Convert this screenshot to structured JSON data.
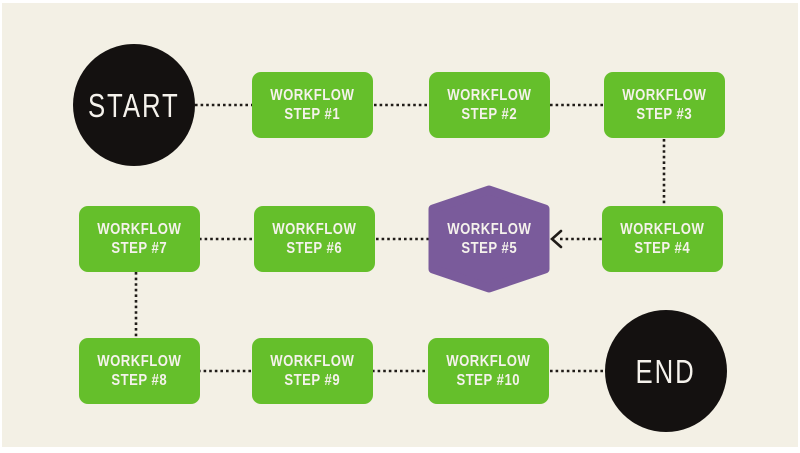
{
  "diagram": {
    "start_label": "START",
    "end_label": "END",
    "steps": [
      {
        "id": "step-1",
        "line1": "WORKFLOW",
        "line2": "STEP #1",
        "shape": "rounded-rectangle",
        "fill": "green"
      },
      {
        "id": "step-2",
        "line1": "WORKFLOW",
        "line2": "STEP #2",
        "shape": "rounded-rectangle",
        "fill": "green"
      },
      {
        "id": "step-3",
        "line1": "WORKFLOW",
        "line2": "STEP #3",
        "shape": "rounded-rectangle",
        "fill": "green"
      },
      {
        "id": "step-4",
        "line1": "WORKFLOW",
        "line2": "STEP #4",
        "shape": "rounded-rectangle",
        "fill": "green"
      },
      {
        "id": "step-5",
        "line1": "WORKFLOW",
        "line2": "STEP #5",
        "shape": "hexagon",
        "fill": "purple"
      },
      {
        "id": "step-6",
        "line1": "WORKFLOW",
        "line2": "STEP #6",
        "shape": "rounded-rectangle",
        "fill": "green"
      },
      {
        "id": "step-7",
        "line1": "WORKFLOW",
        "line2": "STEP #7",
        "shape": "rounded-rectangle",
        "fill": "green"
      },
      {
        "id": "step-8",
        "line1": "WORKFLOW",
        "line2": "STEP #8",
        "shape": "rounded-rectangle",
        "fill": "green"
      },
      {
        "id": "step-9",
        "line1": "WORKFLOW",
        "line2": "STEP #9",
        "shape": "rounded-rectangle",
        "fill": "green"
      },
      {
        "id": "step-10",
        "line1": "WORKFLOW",
        "line2": "STEP #10",
        "shape": "rounded-rectangle",
        "fill": "green"
      }
    ],
    "edges": [
      {
        "from": "start",
        "to": "step-1",
        "style": "dotted"
      },
      {
        "from": "step-1",
        "to": "step-2",
        "style": "dotted"
      },
      {
        "from": "step-2",
        "to": "step-3",
        "style": "dotted"
      },
      {
        "from": "step-3",
        "to": "step-4",
        "style": "dotted"
      },
      {
        "from": "step-4",
        "to": "step-5",
        "style": "dotted-arrow"
      },
      {
        "from": "step-5",
        "to": "step-6",
        "style": "dotted"
      },
      {
        "from": "step-6",
        "to": "step-7",
        "style": "dotted"
      },
      {
        "from": "step-7",
        "to": "step-8",
        "style": "dotted"
      },
      {
        "from": "step-8",
        "to": "step-9",
        "style": "dotted"
      },
      {
        "from": "step-9",
        "to": "step-10",
        "style": "dotted"
      },
      {
        "from": "step-10",
        "to": "end",
        "style": "dotted"
      }
    ]
  },
  "colors": {
    "background": "#F3F0E5",
    "page-border": "#FFFFFF",
    "node-green": "#65BF2B",
    "node-purple": "#7A5B9B",
    "node-black": "#141110",
    "node-text": "#F5F2EC",
    "connector": "#201C18"
  }
}
